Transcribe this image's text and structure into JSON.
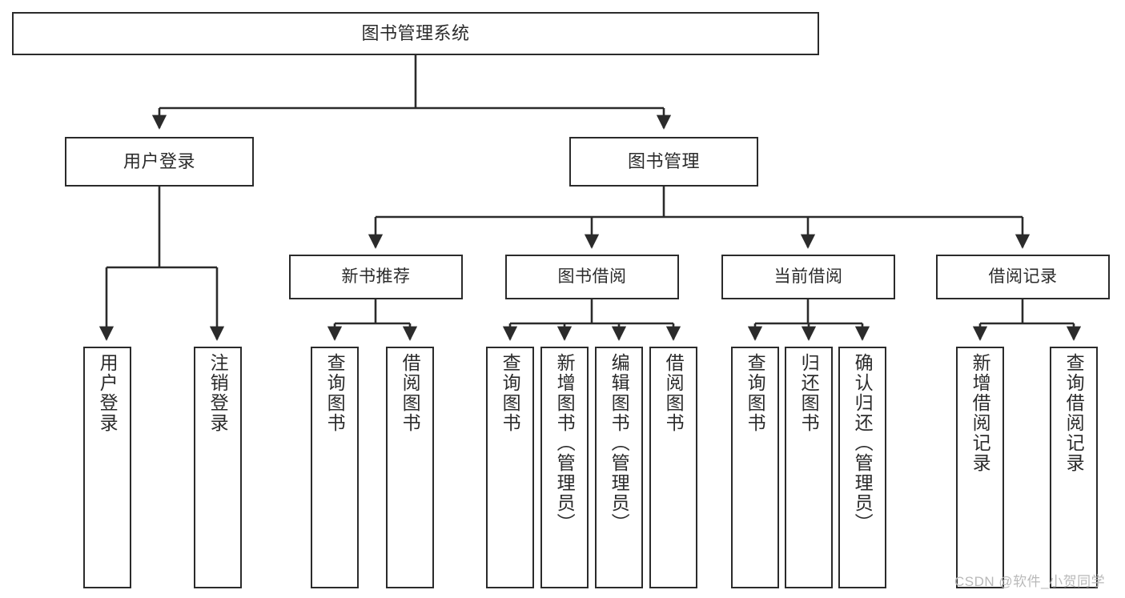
{
  "diagram": {
    "title": "图书管理系统",
    "type": "hierarchy-tree",
    "root": {
      "name": "root",
      "label": "图书管理系统"
    },
    "level2": [
      {
        "name": "user-login",
        "label": "用户登录"
      },
      {
        "name": "book-management",
        "label": "图书管理"
      }
    ],
    "level3": [
      {
        "name": "new-book-recommend",
        "label": "新书推荐"
      },
      {
        "name": "book-borrow",
        "label": "图书借阅"
      },
      {
        "name": "current-borrow",
        "label": "当前借阅"
      },
      {
        "name": "borrow-record",
        "label": "借阅记录"
      }
    ],
    "leaves": {
      "user_login": [
        {
          "name": "leaf-user-login",
          "label": "用户登录"
        },
        {
          "name": "leaf-logout-login",
          "label": "注销登录"
        }
      ],
      "new_book_recommend": [
        {
          "name": "leaf-query-book-1",
          "label": "查询图书"
        },
        {
          "name": "leaf-borrow-book-1",
          "label": "借阅图书"
        }
      ],
      "book_borrow": [
        {
          "name": "leaf-query-book-2",
          "label": "查询图书"
        },
        {
          "name": "leaf-add-book",
          "label": "新增图书（管理员）"
        },
        {
          "name": "leaf-edit-book",
          "label": "编辑图书（管理员）"
        },
        {
          "name": "leaf-borrow-book-2",
          "label": "借阅图书"
        }
      ],
      "current_borrow": [
        {
          "name": "leaf-query-book-3",
          "label": "查询图书"
        },
        {
          "name": "leaf-return-book",
          "label": "归还图书"
        },
        {
          "name": "leaf-confirm-return",
          "label": "确认归还（管理员）"
        }
      ],
      "borrow_record": [
        {
          "name": "leaf-add-borrow-record",
          "label": "新增借阅记录"
        },
        {
          "name": "leaf-query-borrow-record",
          "label": "查询借阅记录"
        }
      ]
    },
    "colors": {
      "stroke": "#2b2b2b",
      "fill": "#ffffff",
      "text": "#2b2b2b",
      "watermark": "#b9b9b9"
    }
  },
  "watermark": {
    "text": "CSDN @软件_小贺同学"
  }
}
